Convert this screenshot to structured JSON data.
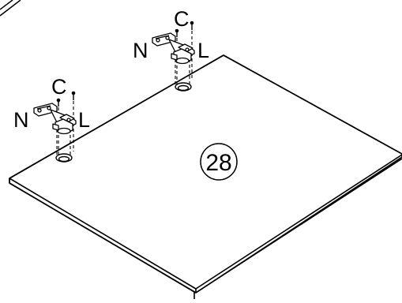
{
  "diagram": {
    "panel_number": "28",
    "hinges": [
      {
        "label_n": "N",
        "label_c": "C",
        "label_l": "L"
      },
      {
        "label_n": "N",
        "label_c": "C",
        "label_l": "L"
      }
    ]
  }
}
